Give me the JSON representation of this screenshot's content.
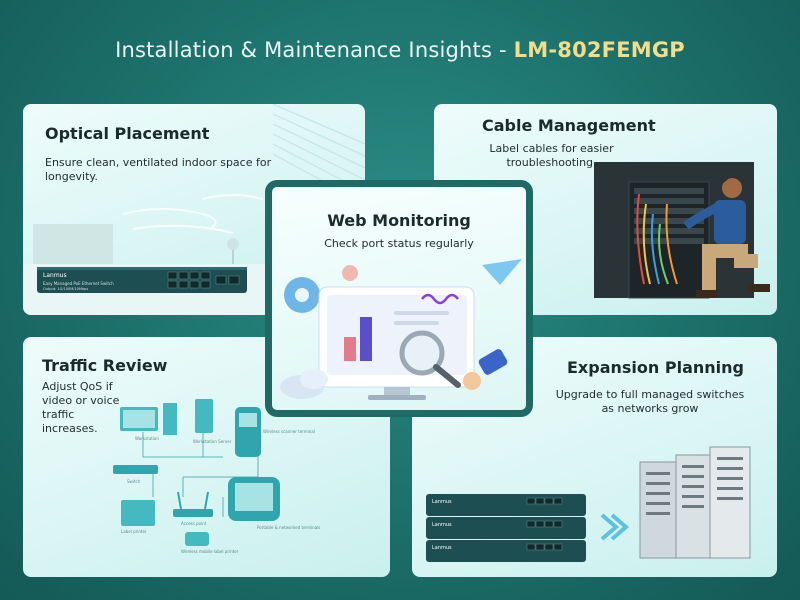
{
  "header": {
    "title_prefix": "Installation & Maintenance Insights - ",
    "model": "LM-802FEMGP"
  },
  "cards": {
    "optical": {
      "title": "Optical Placement",
      "text": "Ensure clean, ventilated indoor space for longevity.",
      "device_brand": "Lanmus",
      "device_line1": "Easy Managed PoE Ethernet Switch",
      "device_line2": "Output: 1G/100M/10Mbps"
    },
    "cable": {
      "title": "Cable Management",
      "text": "Label cables for easier troubleshooting."
    },
    "web": {
      "title": "Web Monitoring",
      "text": "Check port status regularly"
    },
    "traffic": {
      "title": "Traffic Review",
      "text": "Adjust QoS if video or voice traffic increases.",
      "labels": [
        "Workstation",
        "Workstation Server",
        "Wireless scanner terminal",
        "Switch",
        "Access point",
        "Label printer",
        "Wireless mobile label printer",
        "Portable & networked terminals"
      ]
    },
    "expansion": {
      "title": "Expansion Planning",
      "text": "Upgrade to full managed switches as networks grow",
      "switch_brand": "Lanmus"
    }
  },
  "colors": {
    "background": "#1c6f6a",
    "accent_model": "#f3dc8a",
    "switch_body": "#1d4e52",
    "chart_bar": "#5a4fc9"
  }
}
